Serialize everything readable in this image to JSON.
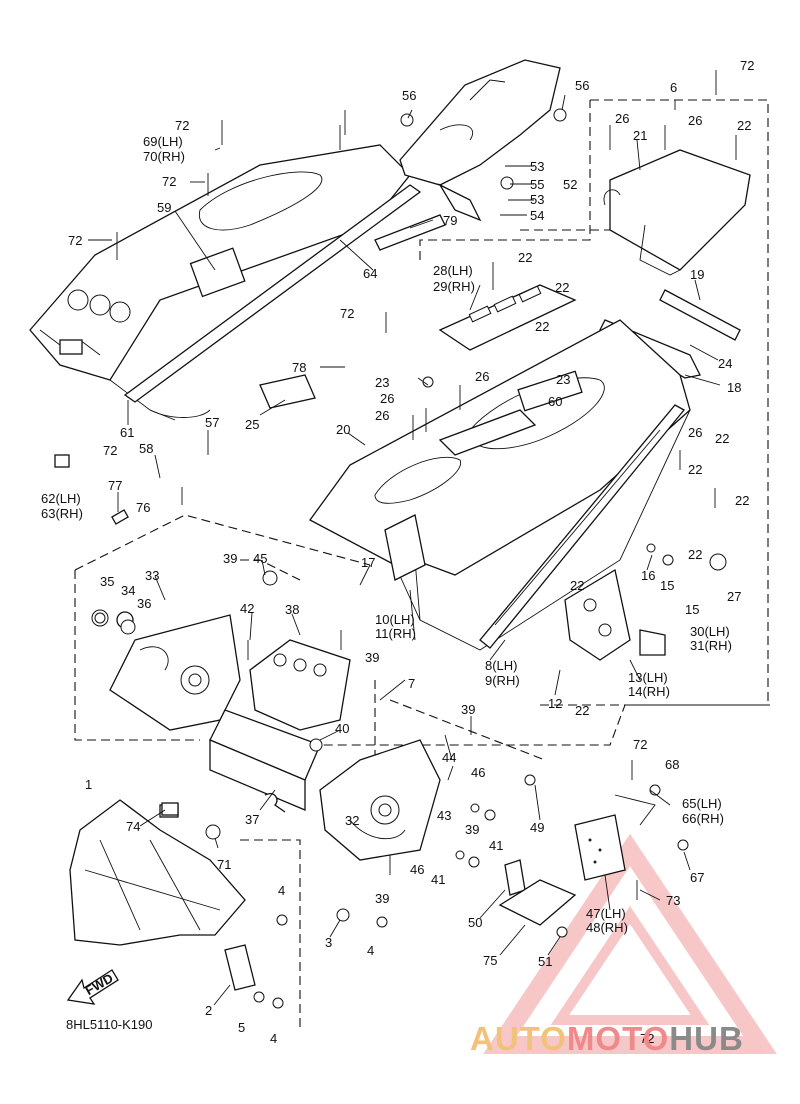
{
  "diagram": {
    "catalog_code": "8HL5110-K190",
    "fwd_label": "FWD",
    "callouts": [
      "72",
      "69(LH)",
      "70(RH)",
      "72",
      "59",
      "72",
      "56",
      "56",
      "6",
      "72",
      "26",
      "21",
      "26",
      "22",
      "53",
      "55",
      "53",
      "52",
      "54",
      "79",
      "64",
      "22",
      "28(LH)",
      "29(RH)",
      "22",
      "22",
      "19",
      "72",
      "24",
      "18",
      "78",
      "23",
      "26",
      "23",
      "26",
      "60",
      "25",
      "26",
      "61",
      "22",
      "72",
      "26",
      "20",
      "57",
      "58",
      "22",
      "76",
      "22",
      "77",
      "62(LH)",
      "63(RH)",
      "22",
      "35",
      "33",
      "34",
      "36",
      "39",
      "45",
      "17",
      "16",
      "15",
      "27",
      "42",
      "38",
      "10(LH)",
      "11(RH)",
      "22",
      "15",
      "30(LH)",
      "31(RH)",
      "39",
      "8(LH)",
      "9(RH)",
      "13(LH)",
      "14(RH)",
      "7",
      "12",
      "22",
      "40",
      "39",
      "44",
      "46",
      "72",
      "68",
      "1",
      "74",
      "37",
      "71",
      "32",
      "43",
      "39",
      "41",
      "49",
      "65(LH)",
      "66(RH)",
      "46",
      "41",
      "67",
      "39",
      "73",
      "4",
      "50",
      "47(LH)",
      "48(RH)",
      "3",
      "4",
      "75",
      "51",
      "2",
      "5",
      "4",
      "72"
    ]
  },
  "watermark": {
    "part1": "AUTO",
    "part2": "MOTO",
    "part3": "HUB",
    "colors": {
      "auto": "#f3c27a",
      "moto": "#f08a8a",
      "hub": "#8a8a8a",
      "triangle": "#f29a9a"
    }
  }
}
